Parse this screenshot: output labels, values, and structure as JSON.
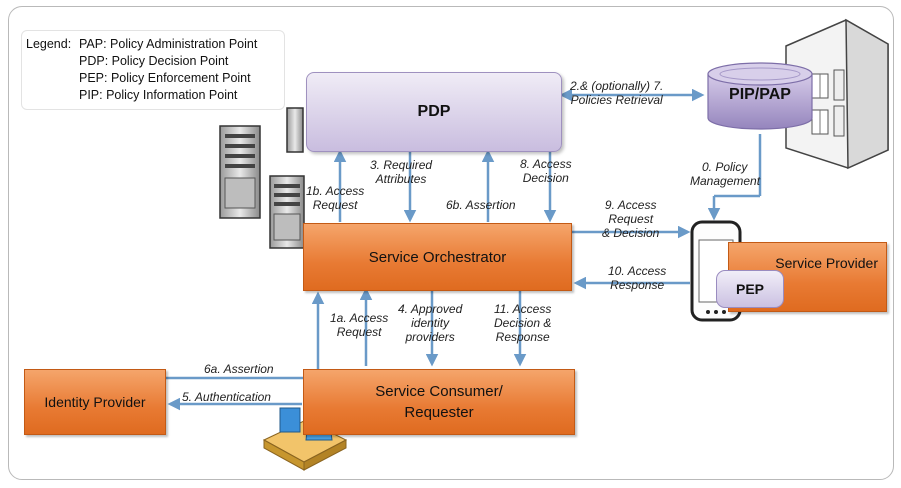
{
  "legend": {
    "title": "Legend:",
    "items": [
      "PAP: Policy Administration Point",
      "PDP: Policy Decision Point",
      "PEP: Policy Enforcement Point",
      "PIP: Policy Information Point"
    ]
  },
  "nodes": {
    "pdp": "PDP",
    "pip_pap": "PIP/PAP",
    "orchestrator": "Service Orchestrator",
    "service_provider": "Service Provider",
    "pep": "PEP",
    "consumer_line1": "Service Consumer/",
    "consumer_line2": "Requester",
    "identity_provider": "Identity Provider"
  },
  "edges": {
    "e0": [
      "0. Policy",
      "Management"
    ],
    "e1a": [
      "1a. Access",
      "Request"
    ],
    "e1b": [
      "1b. Access",
      "Request"
    ],
    "e2_7": [
      "2.& (optionally) 7.",
      "Policies Retrieval"
    ],
    "e3": [
      "3. Required",
      "Attributes"
    ],
    "e4": [
      "4. Approved",
      "identity",
      "providers"
    ],
    "e5": [
      "5. Authentication"
    ],
    "e6a": [
      "6a. Assertion"
    ],
    "e6b": [
      "6b. Assertion"
    ],
    "e8": [
      "8. Access",
      "Decision"
    ],
    "e9": [
      "9. Access",
      "Request",
      "& Decision"
    ],
    "e10": [
      "10. Access",
      "Response"
    ],
    "e11": [
      "11. Access",
      "Decision &",
      "Response"
    ]
  },
  "colors": {
    "arrow": "#6a9ac8",
    "orange": "#e87a33",
    "pdp_fill": "#c9bddf",
    "cylinder": "#a898cc"
  }
}
